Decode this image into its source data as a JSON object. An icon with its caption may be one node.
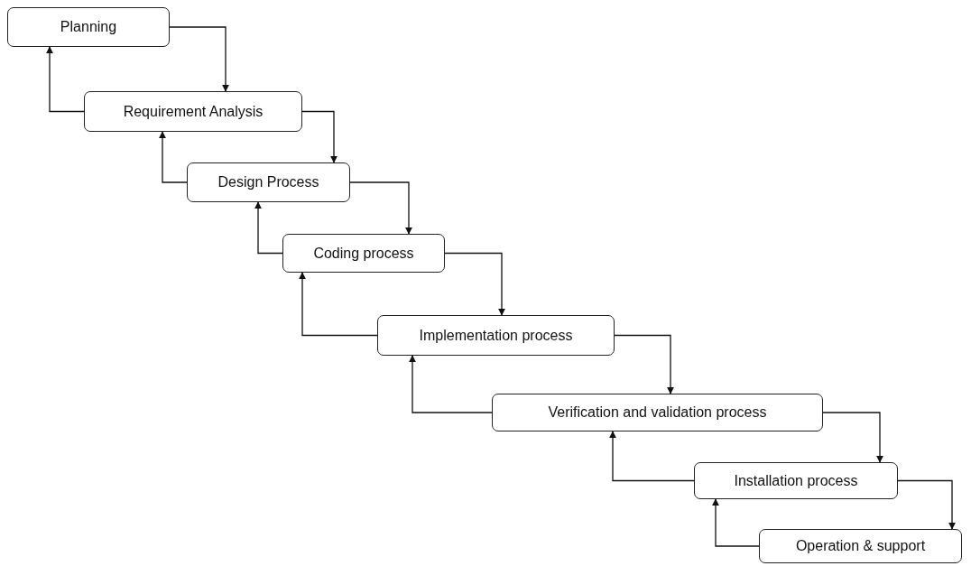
{
  "diagram": {
    "nodes": [
      {
        "text": [
          "Planning"
        ]
      },
      {
        "text": [
          "Requirement Analysis"
        ]
      },
      {
        "text": [
          "Design Process"
        ]
      },
      {
        "text": [
          "Coding process"
        ]
      },
      {
        "text": [
          "Implementation process"
        ]
      },
      {
        "text": [
          "Verification and validation process"
        ]
      },
      {
        "text": [
          "Installation process"
        ]
      },
      {
        "text": [
          "Operation & support"
        ]
      }
    ],
    "edges": [
      {
        "from": 0,
        "to": 1,
        "arrow": "to"
      },
      {
        "from": 1,
        "to": 0,
        "arrow": "to"
      },
      {
        "from": 1,
        "to": 2,
        "arrow": "to"
      },
      {
        "from": 2,
        "to": 1,
        "arrow": "to"
      },
      {
        "from": 2,
        "to": 3,
        "arrow": "to"
      },
      {
        "from": 3,
        "to": 2,
        "arrow": "to"
      },
      {
        "from": 3,
        "to": 4,
        "arrow": "to"
      },
      {
        "from": 4,
        "to": 3,
        "arrow": "to"
      },
      {
        "from": 4,
        "to": 5,
        "arrow": "to"
      },
      {
        "from": 5,
        "to": 4,
        "arrow": "to"
      },
      {
        "from": 5,
        "to": 6,
        "arrow": "to"
      },
      {
        "from": 6,
        "to": 5,
        "arrow": "to"
      },
      {
        "from": 6,
        "to": 7,
        "arrow": "to"
      },
      {
        "from": 7,
        "to": 6,
        "arrow": "to"
      }
    ]
  }
}
